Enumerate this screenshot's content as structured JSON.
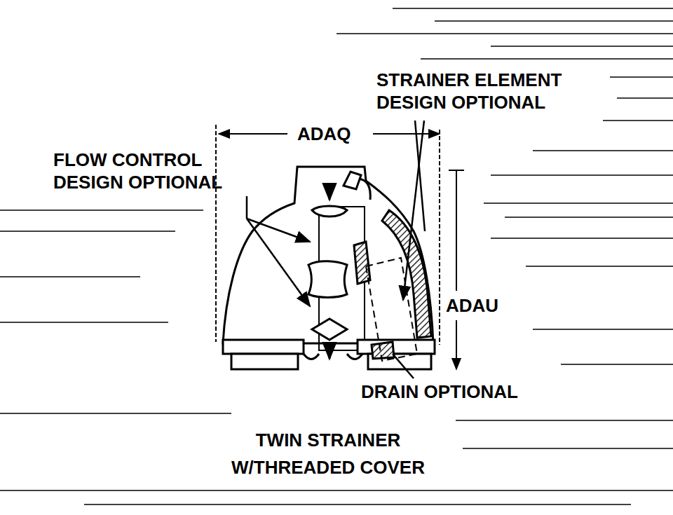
{
  "diagram": {
    "caption": "TWIN STRAINER W/THREADED COVER",
    "labels": [
      "STRAINER ELEMENT DESIGN OPTIONAL",
      "ADAQ",
      "FLOW CONTROL DESIGN OPTIONAL",
      "ADAU",
      "DRAIN OPTIONAL"
    ]
  }
}
